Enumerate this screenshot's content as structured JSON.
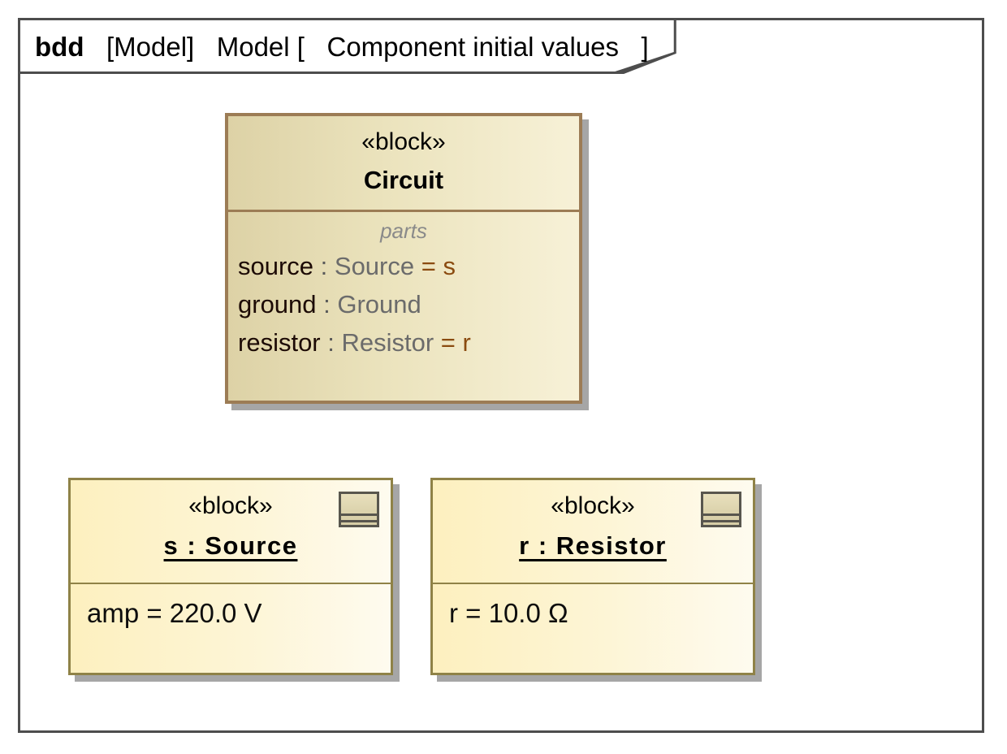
{
  "frame": {
    "kind": "bdd",
    "scope": "[Model]",
    "model_name": "Model",
    "bracket_open": "[",
    "diagram_label": "Component initial values",
    "bracket_close": "]",
    "border_color": "#4d4d4d",
    "background": "#ffffff"
  },
  "blocks": {
    "definition": {
      "stereotype": "«block»",
      "name": "Circuit",
      "compartment_label": "parts",
      "border_color": "#9c7c55",
      "fill_start": "#ddd2a6",
      "fill_end": "#f7f1d7",
      "parts": [
        {
          "name": "source",
          "sep": " : ",
          "type": "Source",
          "eq": " = ",
          "value": "s"
        },
        {
          "name": "ground",
          "sep": " : ",
          "type": "Ground",
          "eq": "",
          "value": ""
        },
        {
          "name": "resistor",
          "sep": " : ",
          "type": "Resistor",
          "eq": " = ",
          "value": "r"
        }
      ]
    },
    "instances": [
      {
        "stereotype": "«block»",
        "name": "s : Source",
        "icon": "block-compartment-icon",
        "slots": [
          "amp = 220.0 V"
        ],
        "border_color": "#8f8247",
        "fill_start": "#fdf0bf",
        "fill_end": "#fefbef"
      },
      {
        "stereotype": "«block»",
        "name": "r : Resistor",
        "icon": "block-compartment-icon",
        "slots": [
          "r = 10.0 Ω"
        ],
        "border_color": "#8f8247",
        "fill_start": "#fdf0bf",
        "fill_end": "#fefbef"
      }
    ]
  }
}
